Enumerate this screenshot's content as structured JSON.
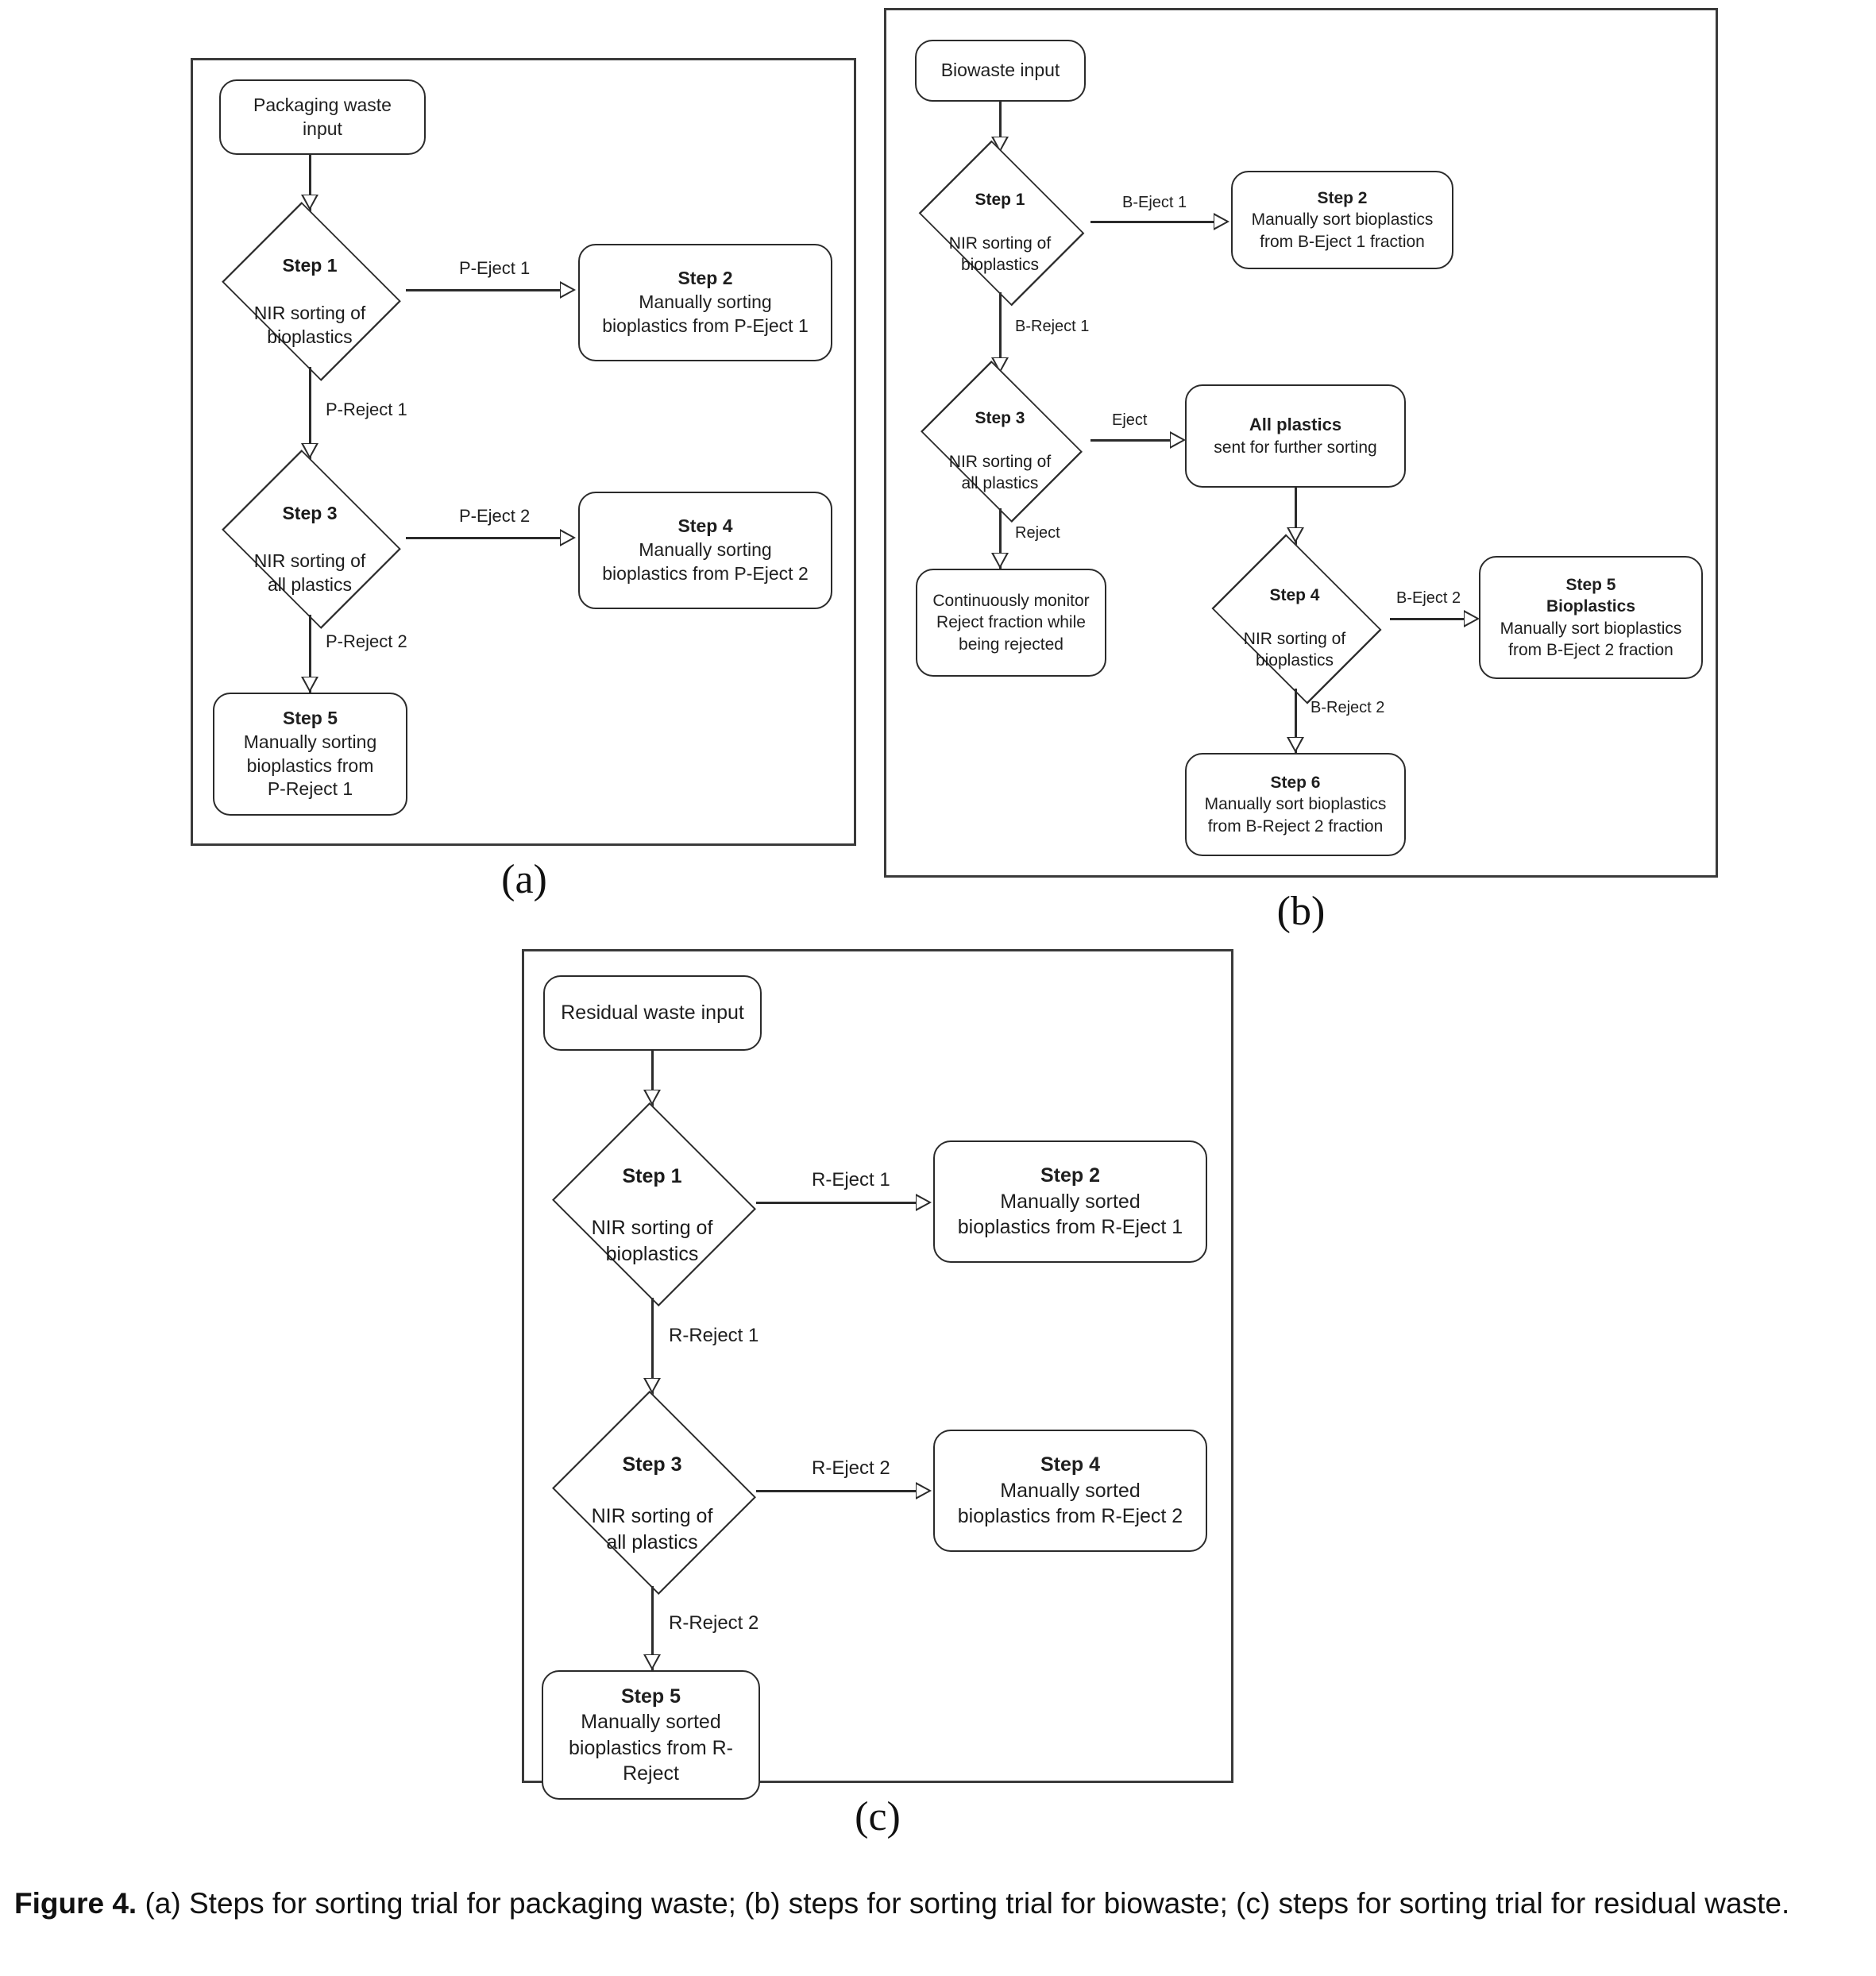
{
  "figure": {
    "label": "Figure 4.",
    "caption": "(a) Steps for sorting trial for packaging waste; (b) steps for sorting trial for biowaste; (c) steps for sorting trial for residual waste."
  },
  "panel_captions": {
    "a": "(a)",
    "b": "(b)",
    "c": "(c)"
  },
  "panel_a": {
    "input": "Packaging waste\ninput",
    "step1_title": "Step 1",
    "step1_body": "NIR sorting of\nbioplastics",
    "step2_title": "Step 2",
    "step2_body": "Manually sorting\nbioplastics from P-Eject 1",
    "step3_title": "Step 3",
    "step3_body": "NIR sorting of\nall plastics",
    "step4_title": "Step 4",
    "step4_body": "Manually sorting\nbioplastics from P-Eject 2",
    "step5_title": "Step 5",
    "step5_body": "Manually sorting\nbioplastics from\nP-Reject 1",
    "edge_eject1": "P-Eject 1",
    "edge_reject1": "P-Reject 1",
    "edge_eject2": "P-Eject 2",
    "edge_reject2": "P-Reject 2"
  },
  "panel_b": {
    "input": "Biowaste input",
    "step1_title": "Step 1",
    "step1_body": "NIR sorting of\nbioplastics",
    "step2_title": "Step 2",
    "step2_body": "Manually sort bioplastics\nfrom B-Eject 1 fraction",
    "step3_title": "Step 3",
    "step3_body": "NIR sorting of\nall plastics",
    "allplastics_title": "All plastics",
    "allplastics_body": "sent for further sorting",
    "monitor_body": "Continuously monitor\nReject fraction while\nbeing rejected",
    "step4_title": "Step 4",
    "step4_body": "NIR sorting of\nbioplastics",
    "step5_title": "Step 5",
    "step5_subtitle": "Bioplastics",
    "step5_body": "Manually sort bioplastics\nfrom B-Eject 2 fraction",
    "step6_title": "Step 6",
    "step6_body": "Manually sort bioplastics\nfrom B-Reject 2 fraction",
    "edge_eject1": "B-Eject 1",
    "edge_reject1": "B-Reject 1",
    "edge_eject": "Eject",
    "edge_reject": "Reject",
    "edge_eject2": "B-Eject 2",
    "edge_reject2": "B-Reject 2"
  },
  "panel_c": {
    "input": "Residual waste input",
    "step1_title": "Step 1",
    "step1_body": "NIR sorting of\nbioplastics",
    "step2_title": "Step 2",
    "step2_body": "Manually sorted\nbioplastics from R-Eject 1",
    "step3_title": "Step 3",
    "step3_body": "NIR sorting of\nall plastics",
    "step4_title": "Step 4",
    "step4_body": "Manually sorted\nbioplastics from R-Eject 2",
    "step5_title": "Step 5",
    "step5_body": "Manually sorted\nbioplastics from R-\nReject",
    "edge_eject1": "R-Eject 1",
    "edge_reject1": "R-Reject 1",
    "edge_eject2": "R-Eject 2",
    "edge_reject2": "R-Reject 2"
  },
  "colors": {
    "stroke": "#2b2b2b",
    "panel_border": "#3a3a3a",
    "text": "#1f1f1f",
    "background": "#ffffff"
  }
}
